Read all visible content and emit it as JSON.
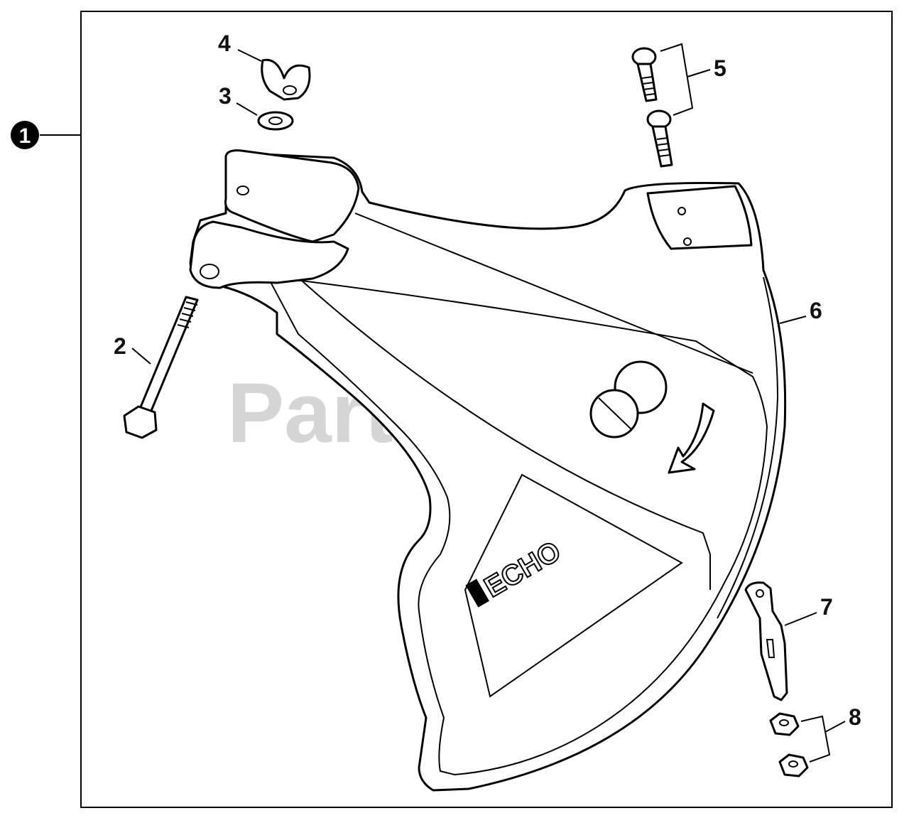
{
  "watermark": {
    "text": "PartsTree",
    "tm": "TM"
  },
  "brand_logo": "ECHO",
  "callouts": {
    "assembly": "1",
    "bolt": "2",
    "washer": "3",
    "wing_nut": "4",
    "screws": "5",
    "guard": "6",
    "bracket": "7",
    "nuts": "8"
  }
}
